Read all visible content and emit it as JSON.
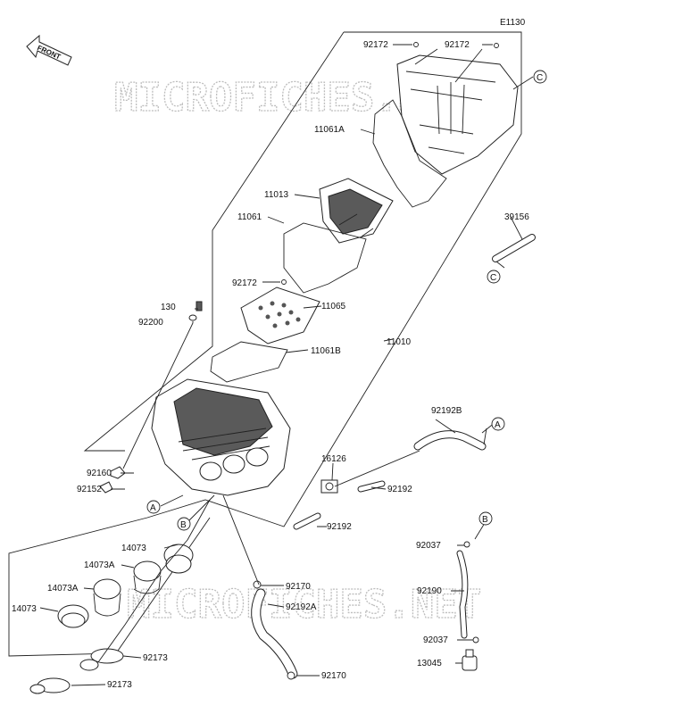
{
  "diagram": {
    "code": "E1130",
    "front_label": "FRONT",
    "watermark": "MICROFICHES.NET",
    "callouts": {
      "a": "A",
      "b": "B",
      "c": "C"
    },
    "parts": {
      "p92172_a": "92172",
      "p92172_b": "92172",
      "p92172_c": "92172",
      "p11061a": "11061A",
      "p11013": "11013",
      "p11061": "11061",
      "p39156": "39156",
      "p130": "130",
      "p92200": "92200",
      "p11065": "11065",
      "p11061b": "11061B",
      "p11010": "11010",
      "p92192b": "92192B",
      "p16126": "16126",
      "p92192_a": "92192",
      "p92192_b": "92192",
      "p92160": "92160",
      "p92152": "92152",
      "p14073_a": "14073",
      "p14073a_a": "14073A",
      "p14073a_b": "14073A",
      "p14073_b": "14073",
      "p92170_a": "92170",
      "p92192a": "92192A",
      "p92173_a": "92173",
      "p92173_b": "92173",
      "p92170_b": "92170",
      "p92037_a": "92037",
      "p92190": "92190",
      "p92037_b": "92037",
      "p13045": "13045"
    }
  }
}
